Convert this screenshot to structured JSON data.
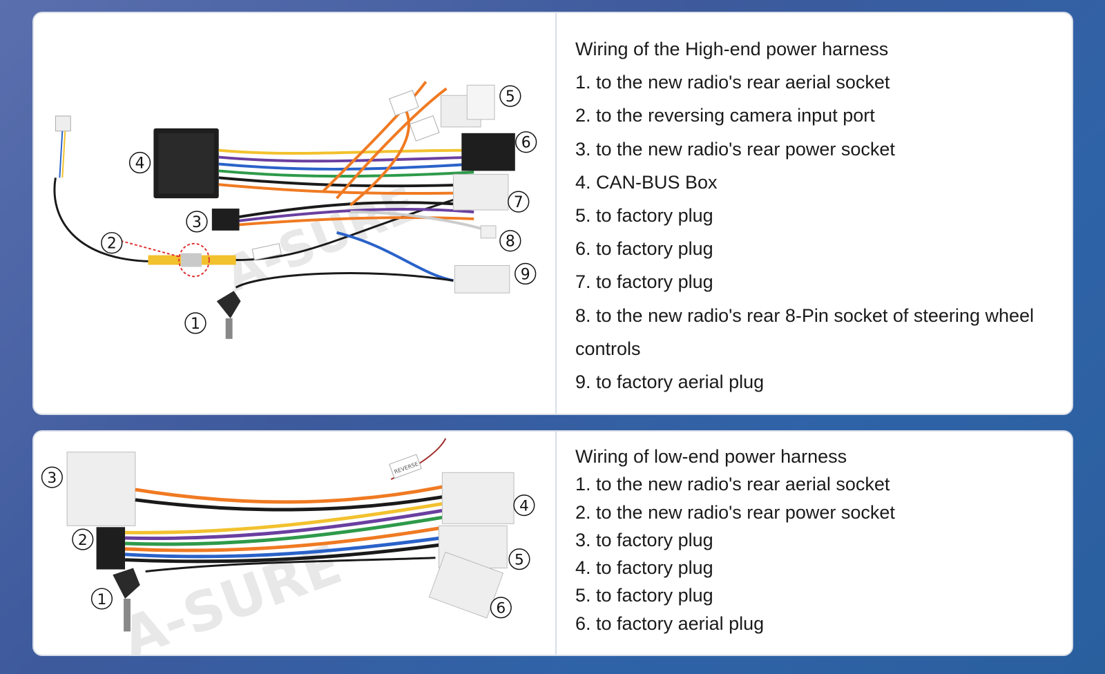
{
  "top": {
    "title": "Wiring of the High-end power harness",
    "items": [
      "1. to the new radio's rear aerial socket",
      "2. to the reversing camera input port",
      "3. to the new radio's rear power socket",
      "4. CAN-BUS Box",
      "5. to factory plug",
      "6. to factory plug",
      "7. to factory plug",
      "8. to the new radio's rear 8-Pin socket of steering wheel",
      "controls",
      "9. to factory aerial plug"
    ],
    "callouts": [
      "1",
      "2",
      "3",
      "4",
      "5",
      "6",
      "7",
      "8",
      "9"
    ]
  },
  "bottom": {
    "title": "Wiring of low-end power harness",
    "items": [
      "1. to the new radio's rear aerial socket",
      "2. to the new radio's rear power socket",
      "3. to factory plug",
      "4. to factory plug",
      "5. to factory plug",
      "6. to factory aerial plug"
    ],
    "callouts": [
      "1",
      "2",
      "3",
      "4",
      "5",
      "6"
    ],
    "label_reverse": "REVERSE"
  },
  "watermark": "A-SURE",
  "colors": {
    "wire_orange": "#f07a22",
    "wire_yellow": "#f2c12e",
    "wire_green": "#2e9a4a",
    "wire_blue": "#2a62c9",
    "wire_purple": "#6a3fa0",
    "wire_black": "#1a1a1a",
    "plug_white": "#eeeeee",
    "box_black": "#1e1e1e"
  }
}
